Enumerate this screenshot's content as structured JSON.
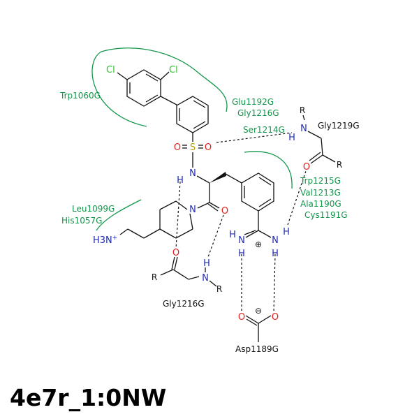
{
  "title": "4e7r_1:0NW",
  "residues": {
    "trp1060": "Trp1060G",
    "glu1192": "Glu1192G",
    "gly1216_top": "Gly1216G",
    "ser1214": "Ser1214G",
    "gly1219": "Gly1219G",
    "trp1215": "Trp1215G",
    "val1213": "Val1213G",
    "ala1190": "Ala1190G",
    "cys1191": "Cys1191G",
    "leu1099": "Leu1099G",
    "his1057": "His1057G",
    "gly1216_bottom": "Gly1216G",
    "asp1189": "Asp1189G"
  },
  "atoms": {
    "cl_left": "Cl",
    "cl_right": "Cl",
    "sulfur": "S",
    "o_sulf_left": "O",
    "o_sulf_right": "O",
    "n_sulfonamide": "N",
    "h_sulfonamide": "H",
    "n_piperidine": "N",
    "o_amide": "O",
    "n_amine": "H3N",
    "amine_charge": "+",
    "o_pip_acceptor": "O",
    "r_gly_left": "R",
    "n_gly": "N",
    "h_gly": "H",
    "r_gly_right": "R",
    "n_amidine_left": "N",
    "h_amidine_left_up": "H",
    "h_amidine_left_down": "H",
    "amidine_charge": "⊕",
    "n_amidine_right": "N",
    "h_amidine_right_up": "H",
    "h_amidine_right_down": "H",
    "carboxylate_charge": "⊖",
    "o_asp_left": "O",
    "o_asp_right": "O",
    "r_ser": "R",
    "n_ser": "N",
    "h_ser": "H",
    "o_gly1219": "O",
    "r_gly1219": "R"
  }
}
